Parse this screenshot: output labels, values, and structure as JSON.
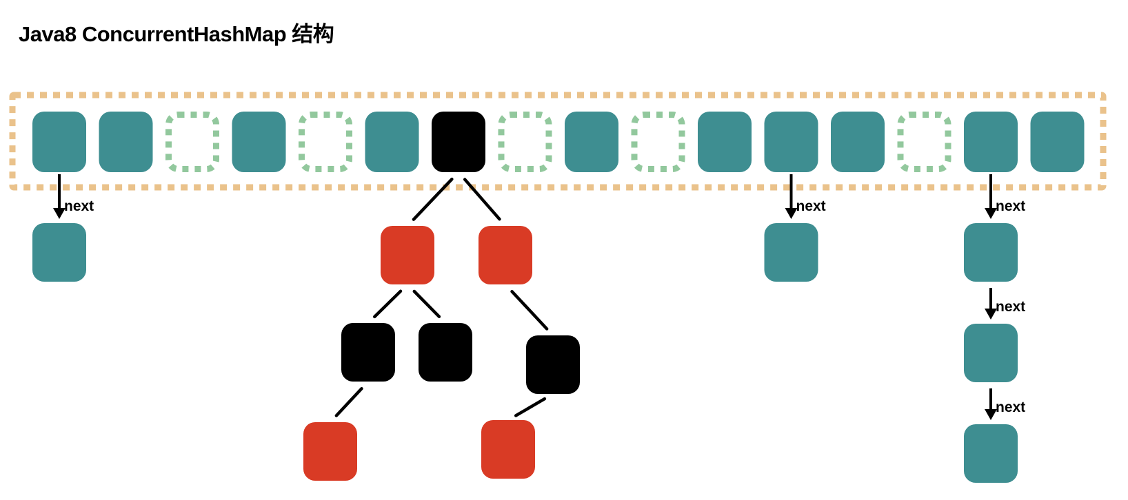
{
  "title": "Java8 ConcurrentHashMap 结构",
  "labels": {
    "next": "next"
  },
  "colors": {
    "background": "#ffffff",
    "text": "#000000",
    "linked_node": "#3e8e91",
    "tree_red_node": "#d93b25",
    "tree_black_node": "#000000",
    "empty_bucket_border": "#92c89d",
    "table_border": "#eac28b",
    "edge": "#000000",
    "arrow": "#000000"
  },
  "table": {
    "bucket_count": 16,
    "buckets": [
      {
        "slot": 1,
        "type": "node"
      },
      {
        "slot": 2,
        "type": "node"
      },
      {
        "slot": 3,
        "type": "empty"
      },
      {
        "slot": 4,
        "type": "node"
      },
      {
        "slot": 5,
        "type": "empty"
      },
      {
        "slot": 6,
        "type": "node"
      },
      {
        "slot": 7,
        "type": "tree-root"
      },
      {
        "slot": 8,
        "type": "empty"
      },
      {
        "slot": 9,
        "type": "node"
      },
      {
        "slot": 10,
        "type": "empty"
      },
      {
        "slot": 11,
        "type": "node"
      },
      {
        "slot": 12,
        "type": "node"
      },
      {
        "slot": 13,
        "type": "node"
      },
      {
        "slot": 14,
        "type": "empty"
      },
      {
        "slot": 15,
        "type": "node"
      },
      {
        "slot": 16,
        "type": "node"
      }
    ]
  },
  "linked_lists": [
    {
      "bucket_slot": 1,
      "node_count": 1,
      "arrow_label": "next"
    },
    {
      "bucket_slot": 12,
      "node_count": 1,
      "arrow_label": "next"
    },
    {
      "bucket_slot": 15,
      "node_count": 3,
      "arrow_label": "next"
    }
  ],
  "red_black_tree": {
    "bucket_slot": 7,
    "nodes": [
      {
        "id": "root",
        "color": "black"
      },
      {
        "id": "l",
        "color": "red"
      },
      {
        "id": "r",
        "color": "red"
      },
      {
        "id": "ll",
        "color": "black"
      },
      {
        "id": "lr",
        "color": "black"
      },
      {
        "id": "rr",
        "color": "black"
      },
      {
        "id": "lll",
        "color": "red"
      },
      {
        "id": "rrl",
        "color": "red"
      }
    ],
    "edges": [
      [
        "root",
        "l"
      ],
      [
        "root",
        "r"
      ],
      [
        "l",
        "ll"
      ],
      [
        "l",
        "lr"
      ],
      [
        "r",
        "rr"
      ],
      [
        "ll",
        "lll"
      ],
      [
        "rr",
        "rrl"
      ]
    ]
  }
}
